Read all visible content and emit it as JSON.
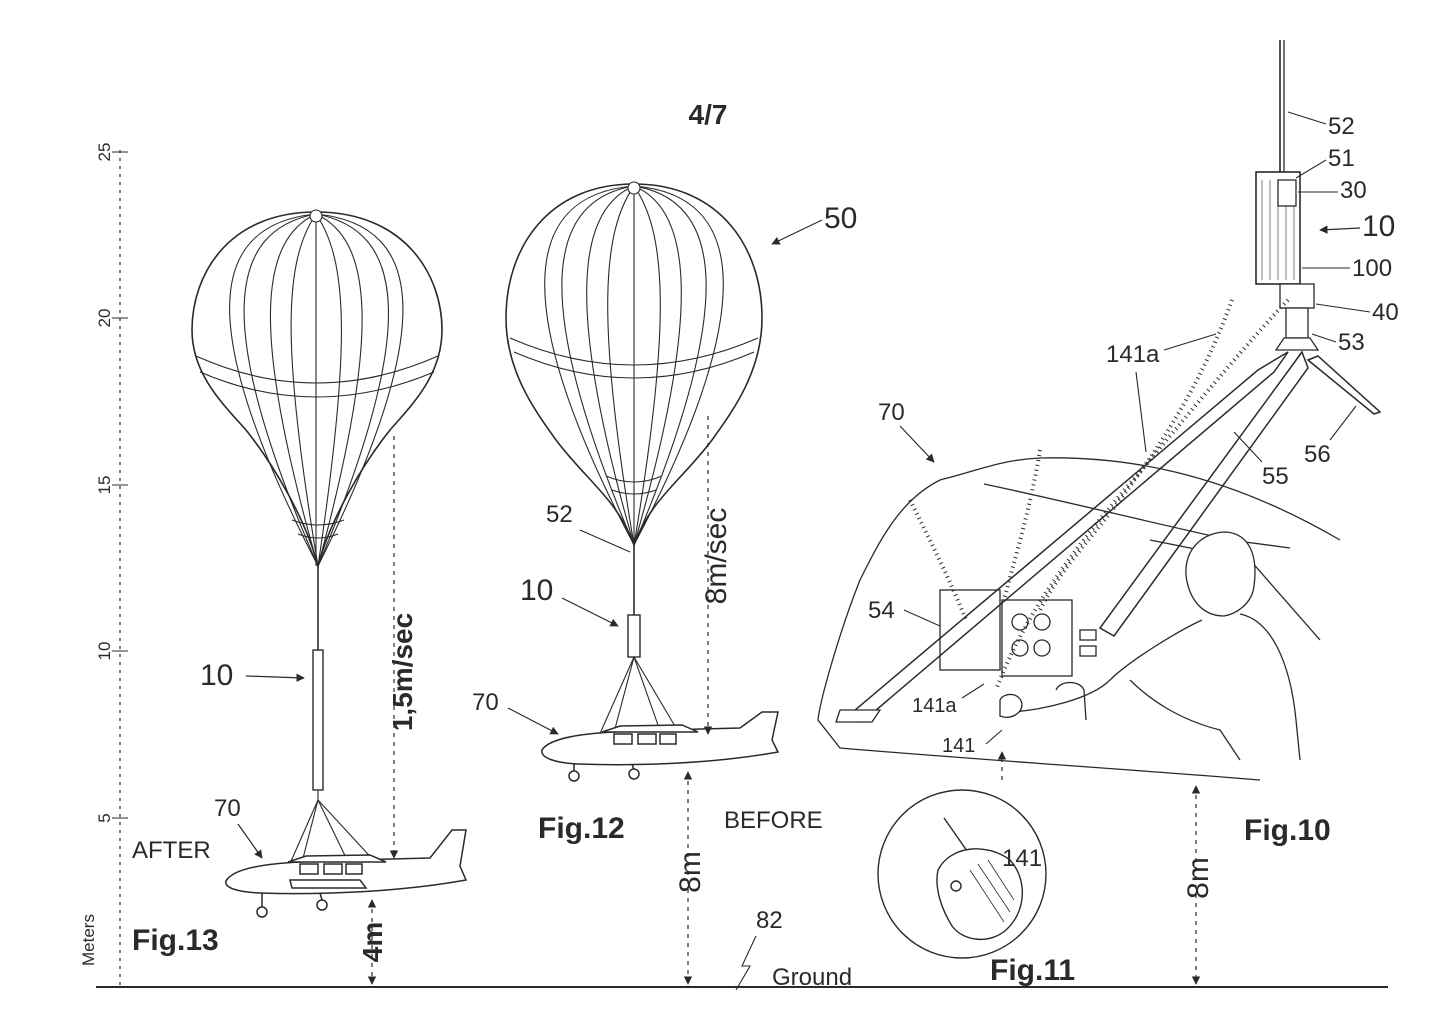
{
  "sheet": {
    "page_number": "4/7",
    "ground_label": "Ground",
    "scale_axis_label": "Meters"
  },
  "scale": {
    "ticks": [
      "5",
      "10",
      "15",
      "20",
      "25"
    ]
  },
  "fig13": {
    "caption": "Fig.13",
    "state": "AFTER",
    "speed": "1,5m/sec",
    "height": "4m",
    "ref_device": "10",
    "ref_aircraft": "70"
  },
  "fig12": {
    "caption": "Fig.12",
    "state": "BEFORE",
    "speed": "8m/sec",
    "height": "8m",
    "ref_line": "52",
    "ref_device": "10",
    "ref_aircraft": "70",
    "ref_parachute": "50",
    "ref_ground": "82"
  },
  "fig11": {
    "caption": "Fig.11",
    "ref_handle": "141"
  },
  "fig10": {
    "caption": "Fig.10",
    "height": "8m",
    "refs": {
      "r52": "52",
      "r51": "51",
      "r30": "30",
      "r10": "10",
      "r100": "100",
      "r40": "40",
      "r53": "53",
      "r141a_top": "141a",
      "r56": "56",
      "r55": "55",
      "r70": "70",
      "r54": "54",
      "r141a_low": "141a",
      "r141": "141"
    }
  },
  "colors": {
    "ink": "#2a2a2a",
    "paper": "#ffffff"
  }
}
